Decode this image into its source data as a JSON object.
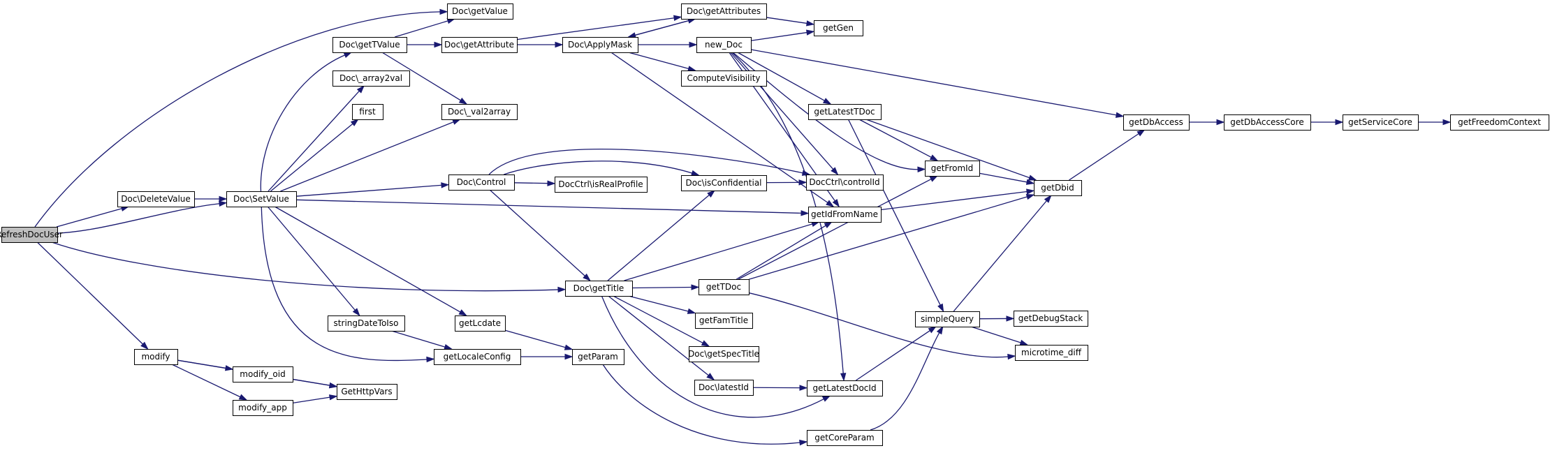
{
  "diagram": {
    "type": "call-graph",
    "colors": {
      "edge": "#191970",
      "node_border": "#000000",
      "node_fill": "#ffffff",
      "root_fill": "#bfbfbf"
    },
    "nodes": [
      {
        "id": "n0",
        "label": "RefreshDocUser",
        "root": true
      },
      {
        "id": "n1",
        "label": "Doc\\DeleteValue"
      },
      {
        "id": "n2",
        "label": "Doc\\SetValue"
      },
      {
        "id": "n3",
        "label": "Doc\\getValue"
      },
      {
        "id": "n4",
        "label": "Doc\\getTValue"
      },
      {
        "id": "n5",
        "label": "Doc\\_array2val"
      },
      {
        "id": "n6",
        "label": "first"
      },
      {
        "id": "n7",
        "label": "Doc\\_val2array"
      },
      {
        "id": "n8",
        "label": "Doc\\getAttribute"
      },
      {
        "id": "n9",
        "label": "Doc\\ApplyMask"
      },
      {
        "id": "n10",
        "label": "Doc\\getAttributes"
      },
      {
        "id": "n11",
        "label": "getGen"
      },
      {
        "id": "n12",
        "label": "new_Doc"
      },
      {
        "id": "n13",
        "label": "ComputeVisibility"
      },
      {
        "id": "n14",
        "label": "getLatestTDoc"
      },
      {
        "id": "n15",
        "label": "getDbAccess"
      },
      {
        "id": "n16",
        "label": "getDbAccessCore"
      },
      {
        "id": "n17",
        "label": "getServiceCore"
      },
      {
        "id": "n18",
        "label": "getFreedomContext"
      },
      {
        "id": "n19",
        "label": "Doc\\Control"
      },
      {
        "id": "n20",
        "label": "DocCtrl\\isRealProfile"
      },
      {
        "id": "n21",
        "label": "Doc\\isConfidential"
      },
      {
        "id": "n22",
        "label": "DocCtrl\\controlId"
      },
      {
        "id": "n23",
        "label": "getFromId"
      },
      {
        "id": "n24",
        "label": "getDbid"
      },
      {
        "id": "n25",
        "label": "getIdFromName"
      },
      {
        "id": "n26",
        "label": "Doc\\getTitle"
      },
      {
        "id": "n27",
        "label": "getTDoc"
      },
      {
        "id": "n28",
        "label": "getFamTitle"
      },
      {
        "id": "n29",
        "label": "Doc\\getSpecTitle"
      },
      {
        "id": "n30",
        "label": "Doc\\latestId"
      },
      {
        "id": "n31",
        "label": "getLatestDocId"
      },
      {
        "id": "n32",
        "label": "simpleQuery"
      },
      {
        "id": "n33",
        "label": "getDebugStack"
      },
      {
        "id": "n34",
        "label": "microtime_diff"
      },
      {
        "id": "n35",
        "label": "stringDateToIso"
      },
      {
        "id": "n36",
        "label": "getLcdate"
      },
      {
        "id": "n37",
        "label": "getLocaleConfig"
      },
      {
        "id": "n38",
        "label": "getParam"
      },
      {
        "id": "n39",
        "label": "getCoreParam"
      },
      {
        "id": "n40",
        "label": "modify"
      },
      {
        "id": "n41",
        "label": "modify_oid"
      },
      {
        "id": "n42",
        "label": "modify_app"
      },
      {
        "id": "n43",
        "label": "GetHttpVars"
      }
    ],
    "edges": [
      {
        "from": "n0",
        "to": "n3"
      },
      {
        "from": "n0",
        "to": "n1"
      },
      {
        "from": "n0",
        "to": "n2"
      },
      {
        "from": "n0",
        "to": "n26"
      },
      {
        "from": "n0",
        "to": "n40"
      },
      {
        "from": "n1",
        "to": "n2"
      },
      {
        "from": "n2",
        "to": "n4"
      },
      {
        "from": "n2",
        "to": "n5"
      },
      {
        "from": "n2",
        "to": "n6"
      },
      {
        "from": "n2",
        "to": "n7"
      },
      {
        "from": "n2",
        "to": "n19"
      },
      {
        "from": "n2",
        "to": "n25"
      },
      {
        "from": "n2",
        "to": "n35"
      },
      {
        "from": "n2",
        "to": "n36"
      },
      {
        "from": "n2",
        "to": "n37"
      },
      {
        "from": "n4",
        "to": "n3"
      },
      {
        "from": "n4",
        "to": "n8"
      },
      {
        "from": "n4",
        "to": "n7"
      },
      {
        "from": "n8",
        "to": "n9"
      },
      {
        "from": "n8",
        "to": "n10"
      },
      {
        "from": "n9",
        "to": "n10"
      },
      {
        "from": "n9",
        "to": "n12"
      },
      {
        "from": "n9",
        "to": "n13"
      },
      {
        "from": "n9",
        "to": "n25"
      },
      {
        "from": "n10",
        "to": "n9"
      },
      {
        "from": "n10",
        "to": "n11"
      },
      {
        "from": "n12",
        "to": "n11"
      },
      {
        "from": "n12",
        "to": "n14"
      },
      {
        "from": "n12",
        "to": "n15"
      },
      {
        "from": "n12",
        "to": "n23"
      },
      {
        "from": "n12",
        "to": "n25"
      },
      {
        "from": "n12",
        "to": "n22"
      },
      {
        "from": "n12",
        "to": "n31"
      },
      {
        "from": "n14",
        "to": "n23"
      },
      {
        "from": "n14",
        "to": "n24"
      },
      {
        "from": "n14",
        "to": "n32"
      },
      {
        "from": "n15",
        "to": "n16"
      },
      {
        "from": "n16",
        "to": "n17"
      },
      {
        "from": "n17",
        "to": "n18"
      },
      {
        "from": "n19",
        "to": "n20"
      },
      {
        "from": "n19",
        "to": "n21"
      },
      {
        "from": "n19",
        "to": "n22"
      },
      {
        "from": "n19",
        "to": "n26"
      },
      {
        "from": "n21",
        "to": "n22"
      },
      {
        "from": "n23",
        "to": "n24"
      },
      {
        "from": "n24",
        "to": "n15"
      },
      {
        "from": "n25",
        "to": "n24"
      },
      {
        "from": "n26",
        "to": "n21"
      },
      {
        "from": "n26",
        "to": "n25"
      },
      {
        "from": "n26",
        "to": "n27"
      },
      {
        "from": "n26",
        "to": "n28"
      },
      {
        "from": "n26",
        "to": "n29"
      },
      {
        "from": "n26",
        "to": "n30"
      },
      {
        "from": "n26",
        "to": "n31"
      },
      {
        "from": "n27",
        "to": "n23"
      },
      {
        "from": "n27",
        "to": "n24"
      },
      {
        "from": "n27",
        "to": "n25"
      },
      {
        "from": "n27",
        "to": "n34"
      },
      {
        "from": "n30",
        "to": "n31"
      },
      {
        "from": "n31",
        "to": "n32"
      },
      {
        "from": "n32",
        "to": "n24"
      },
      {
        "from": "n32",
        "to": "n33"
      },
      {
        "from": "n32",
        "to": "n34"
      },
      {
        "from": "n35",
        "to": "n37"
      },
      {
        "from": "n36",
        "to": "n38"
      },
      {
        "from": "n37",
        "to": "n38"
      },
      {
        "from": "n38",
        "to": "n39"
      },
      {
        "from": "n39",
        "to": "n32"
      },
      {
        "from": "n40",
        "to": "n41"
      },
      {
        "from": "n40",
        "to": "n42"
      },
      {
        "from": "n40",
        "to": "n43"
      },
      {
        "from": "n41",
        "to": "n43"
      },
      {
        "from": "n42",
        "to": "n43"
      }
    ]
  }
}
